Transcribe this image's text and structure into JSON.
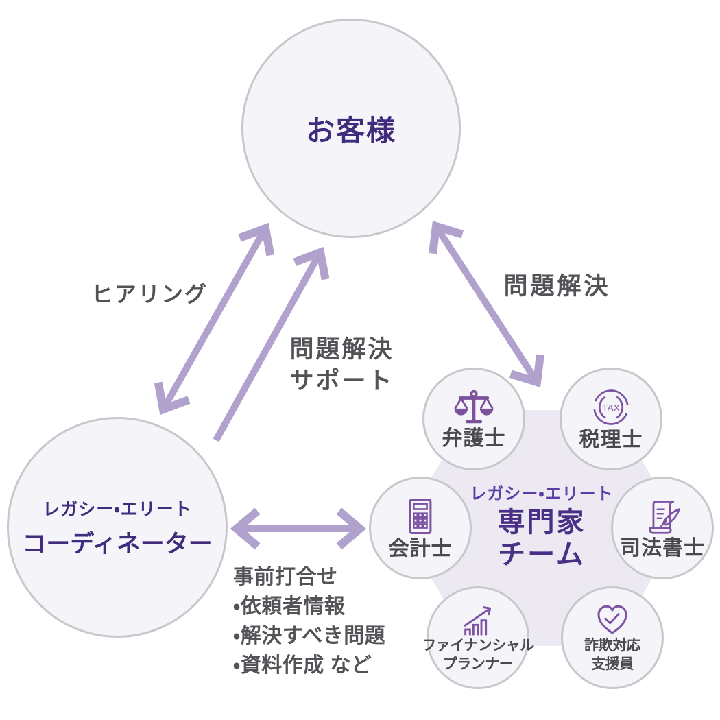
{
  "nodes": {
    "customer": {
      "label": "お客様"
    },
    "coordinator": {
      "line1": "レガシー・エリート",
      "line2": "コーディネーター"
    },
    "team": {
      "line1": "レガシー・エリート",
      "line2": "専門家",
      "line3": "チーム"
    }
  },
  "specialists": [
    {
      "label": "弁護士",
      "icon": "scales-icon"
    },
    {
      "label": "税理士",
      "icon": "tax-stamp-icon",
      "icon_label": "TAX"
    },
    {
      "label": "会計士",
      "icon": "calculator-icon"
    },
    {
      "label": "司法書士",
      "icon": "scroll-quill-icon"
    },
    {
      "label1": "ファイナンシャル",
      "label2": "プランナー",
      "icon": "growth-chart-icon"
    },
    {
      "label1": "詐欺対応",
      "label2": "支援員",
      "icon": "heart-check-icon"
    }
  ],
  "arrows": {
    "hearing": {
      "label": "ヒアリング"
    },
    "support": {
      "line1": "問題解決",
      "line2": "サポート"
    },
    "solve": {
      "label": "問題解決"
    },
    "meeting": {
      "title": "事前打合せ",
      "items": [
        "・依頼者情報",
        "・解決すべき問題",
        "・資料作成 など"
      ]
    }
  },
  "colors": {
    "deep_purple": "#3F2C7D",
    "team_purple": "#483086",
    "team_sub_purple": "#5B3DA3",
    "icon_purple": "#7D53A3",
    "icon_fill_purple": "#7B529B",
    "arrow_purple": "#B1A1CD",
    "label_gray": "#555257",
    "specialist_label_gray": "#4B4950",
    "node_fill": "#F5F4F9",
    "node_border": "#C9C7CC",
    "hexagon_fill": "#ECE9F2",
    "background": "#FFFFFF"
  }
}
